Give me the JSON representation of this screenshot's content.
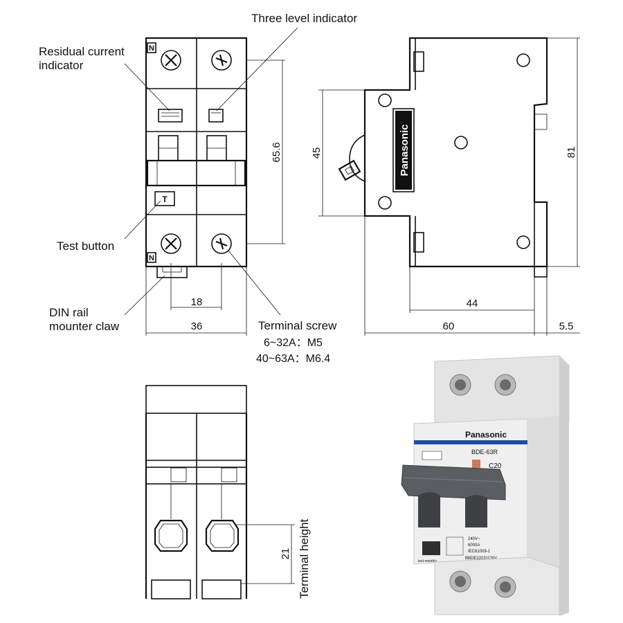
{
  "labels": {
    "three_level_indicator": "Three level indicator",
    "residual_current_indicator_1": "Residual current",
    "residual_current_indicator_2": "indicator",
    "test_button": "Test button",
    "din_rail_1": "DIN rail",
    "din_rail_2": "mounter claw",
    "terminal_screw": "Terminal screw",
    "terminal_screw_spec_1": "6~32A：M5",
    "terminal_screw_spec_2": "40~63A：M6.4",
    "terminal_height": "Terminal height"
  },
  "dimensions": {
    "front_height": "65.6",
    "front_width_total": "36",
    "front_width_pole": "18",
    "side_height_total": "81",
    "side_height_front": "45",
    "side_depth_total": "60",
    "side_depth_partial": "44",
    "side_clip": "5.5",
    "terminal_height": "21"
  },
  "markings": {
    "neutral": "N",
    "test": "T",
    "brand": "Panasonic"
  },
  "product_photo": {
    "brand": "Panasonic",
    "model": "BDE-63R",
    "rating": "C20",
    "voltage": "240V~",
    "breaking_capacity": "6000A",
    "standard": "IEC61009-1",
    "part_number": "BBDE22031CNV",
    "test_label": "test monthly",
    "accent_blue": "#1f4e9c",
    "body_color": "#e9e9e9",
    "handle_color": "#5a5d61"
  }
}
